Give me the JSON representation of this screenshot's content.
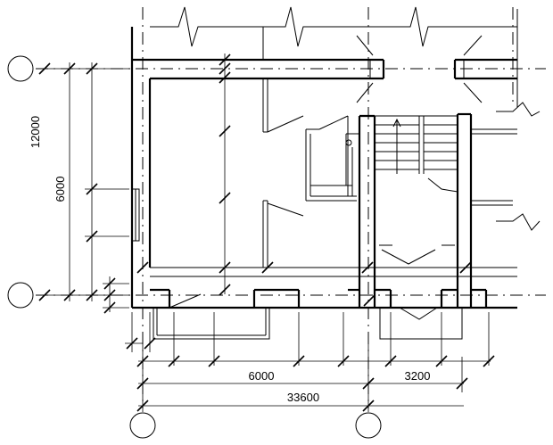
{
  "dimensions": {
    "left_total": "12000",
    "left_partial": "6000",
    "bottom_bay_1": "6000",
    "bottom_bay_2": "3200",
    "bottom_total": "33600"
  }
}
